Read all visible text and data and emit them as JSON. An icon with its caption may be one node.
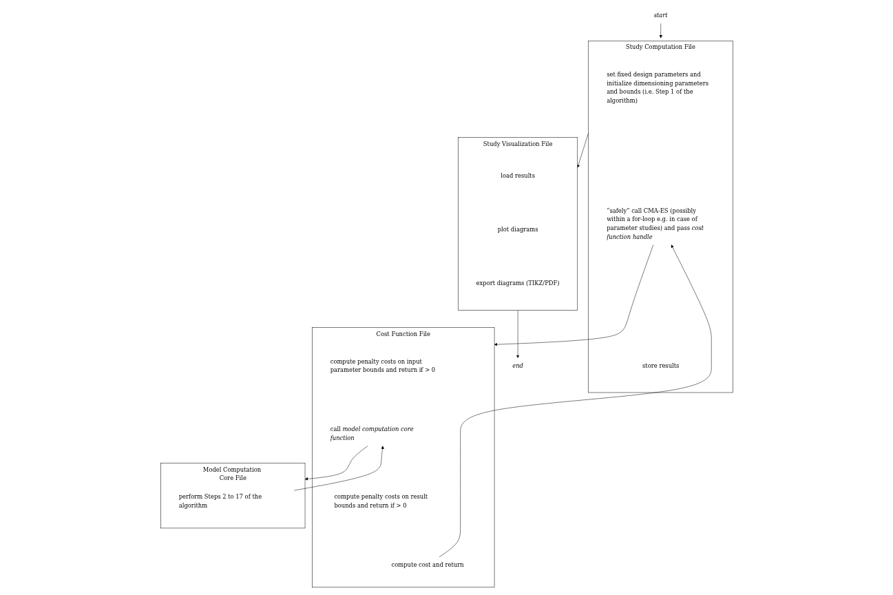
{
  "diagram": {
    "nodes": [
      {
        "text": [
          "start"
        ]
      },
      {
        "text": [
          "Study Computation File"
        ]
      },
      {
        "text": [
          "set fixed design parameters and initialize dimensioning parameters and bounds (i.e. Step 1 of the algorithm)"
        ],
        "in": 1
      },
      {
        "text": [
          "“safely” call CMA-ES (possibly within a for-loop e.g. in case of parameter studies) and pass *cost function handle*"
        ],
        "in": 1
      },
      {
        "text": [
          "store results"
        ],
        "in": 1
      },
      {
        "text": [
          "Cost Function File"
        ]
      },
      {
        "text": [
          "compute penalty costs on input parameter bounds and return if > 0"
        ],
        "in": 5
      },
      {
        "text": [
          "call *model computation core function*"
        ],
        "in": 5
      },
      {
        "text": [
          "compute penalty costs on result bounds and return if > 0"
        ],
        "in": 5
      },
      {
        "text": [
          "compute cost and return"
        ],
        "in": 5
      },
      {
        "text": [
          "Model Computation Core File"
        ]
      },
      {
        "text": [
          "perform Steps 2 to 17 of the algorithm"
        ],
        "in": 10
      },
      {
        "text": [
          "Study Visualization File"
        ]
      },
      {
        "text": [
          "load results"
        ],
        "in": 12
      },
      {
        "text": [
          "plot diagrams"
        ],
        "in": 12
      },
      {
        "text": [
          "export diagrams (TIKZ/PDF)"
        ],
        "in": 12
      },
      {
        "text": [
          "end"
        ]
      }
    ],
    "edges": [
      {
        "from": 0,
        "to": 1,
        "arrow": "to"
      },
      {
        "from": 3,
        "to": 5,
        "arrow": "to"
      },
      {
        "from": 7,
        "to": 10,
        "arrow": "to"
      },
      {
        "from": 11,
        "to": 7,
        "arrow": "to"
      },
      {
        "from": 9,
        "to": 3,
        "arrow": "to"
      },
      {
        "from": 1,
        "to": 12,
        "arrow": "to"
      },
      {
        "from": 12,
        "to": 16,
        "arrow": "to"
      }
    ]
  }
}
